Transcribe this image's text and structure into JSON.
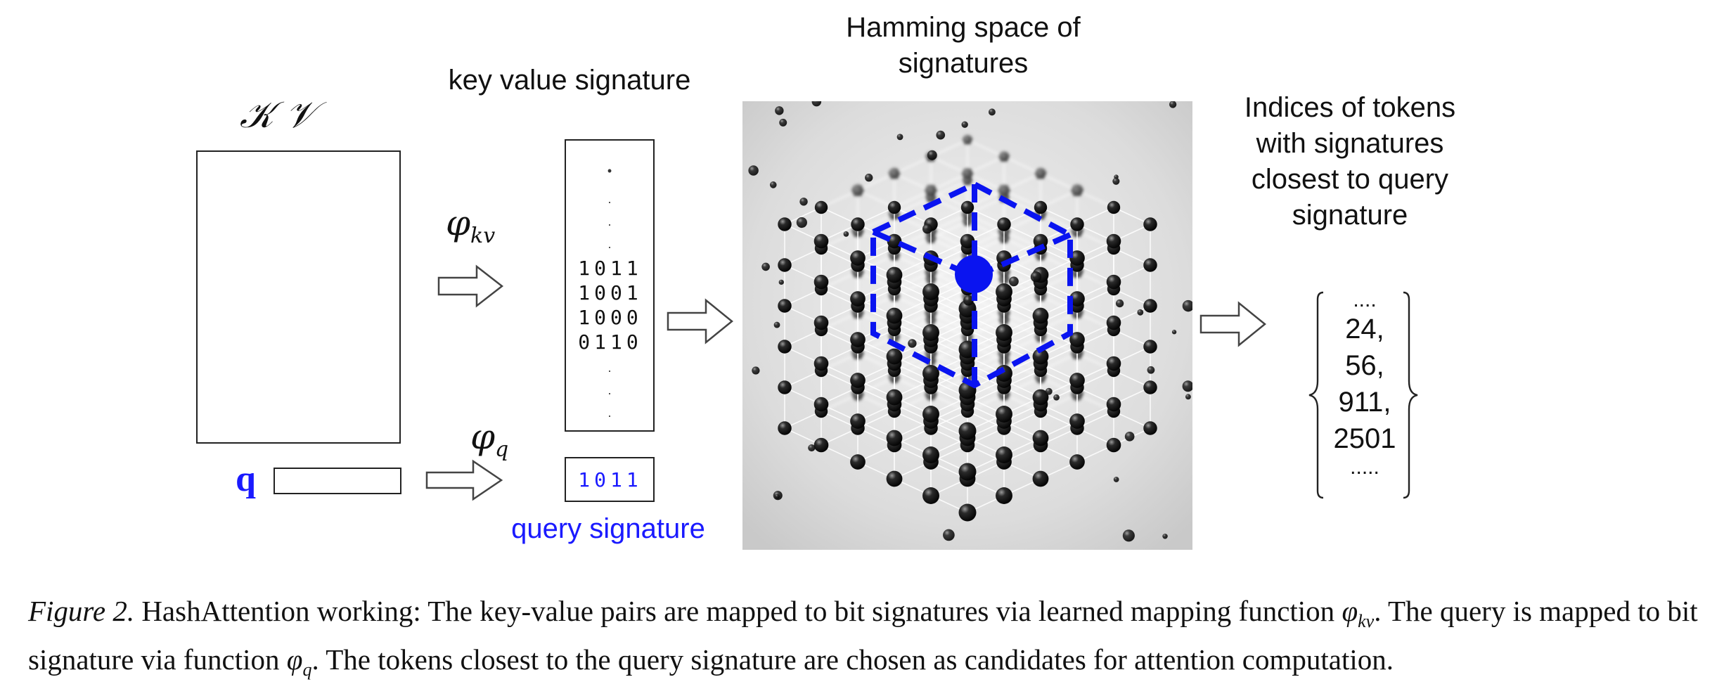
{
  "labels": {
    "kv_symbols": "𝒦  𝒱",
    "query_symbol": "q",
    "phi_kv_base": "φ",
    "phi_kv_sub": "kv",
    "phi_q_base": "φ",
    "phi_q_sub": "q",
    "key_value_signature": "key value signature",
    "query_signature": "query signature",
    "hamming_title_line1": "Hamming space of",
    "hamming_title_line2": "signatures",
    "indices_line1": "Indices of tokens",
    "indices_line2": "with signatures",
    "indices_line3": "closest to query",
    "indices_line4": "signature"
  },
  "kv_signature": {
    "dots_top": [
      "•",
      ".",
      ".",
      "."
    ],
    "bits": [
      "1011",
      "1001",
      "1000",
      "0110"
    ],
    "dots_bottom": [
      ".",
      ".",
      "."
    ]
  },
  "query_bits": "1011",
  "indices": {
    "top": "....",
    "values": [
      "24,",
      "56,",
      "911,",
      "2501"
    ],
    "bottom": "....."
  },
  "caption": {
    "label": "Figure 2.",
    "text_part1": "HashAttention working: The key-value pairs are mapped to bit signatures via learned mapping function ",
    "phi_kv": "φ",
    "phi_kv_sub": "kv",
    "text_part2": ". The query is mapped to bit signature via function ",
    "phi_q": "φ",
    "phi_q_sub": "q",
    "text_part3": ". The tokens closest to the query signature are chosen as candidates for attention computation."
  },
  "colors": {
    "query_blue": "#1a1aff",
    "hamming_blue": "#0a14f0"
  }
}
